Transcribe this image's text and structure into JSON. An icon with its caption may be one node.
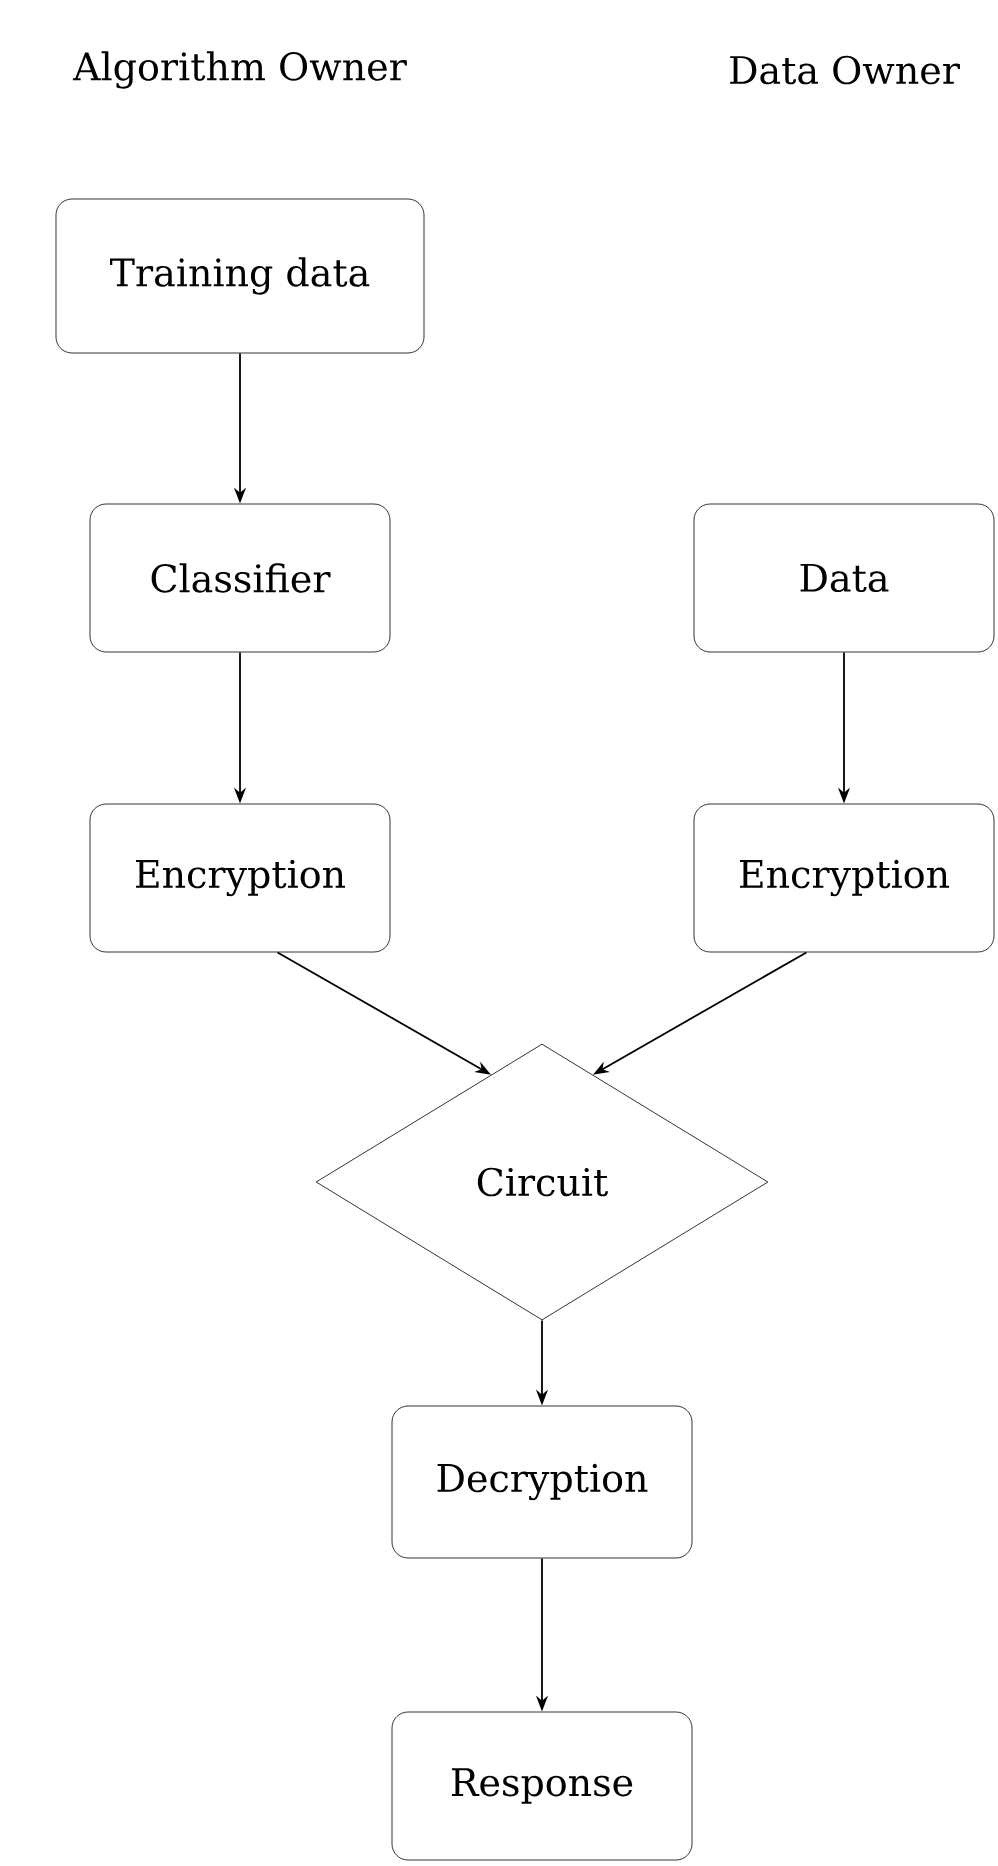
{
  "diagram": {
    "nodes": [
      {
        "text": [
          "Training data"
        ]
      },
      {
        "text": [
          "Classifier"
        ]
      },
      {
        "text": [
          "Data"
        ]
      },
      {
        "text": [
          "Encryption"
        ]
      },
      {
        "text": [
          "Encryption"
        ]
      },
      {
        "text": [
          "Circuit"
        ]
      },
      {
        "text": [
          "Decryption"
        ]
      },
      {
        "text": [
          "Response"
        ]
      }
    ],
    "edges": [
      {
        "from": 0,
        "to": 1,
        "arrow": "to"
      },
      {
        "from": 1,
        "to": 3,
        "arrow": "to"
      },
      {
        "from": 2,
        "to": 4,
        "arrow": "to"
      },
      {
        "from": 3,
        "to": 5,
        "arrow": "to"
      },
      {
        "from": 4,
        "to": 5,
        "arrow": "to"
      },
      {
        "from": 5,
        "to": 6,
        "arrow": "to"
      },
      {
        "from": 6,
        "to": 7,
        "arrow": "to"
      }
    ],
    "labels": [
      "Algorithm Owner",
      "Data Owner"
    ]
  }
}
